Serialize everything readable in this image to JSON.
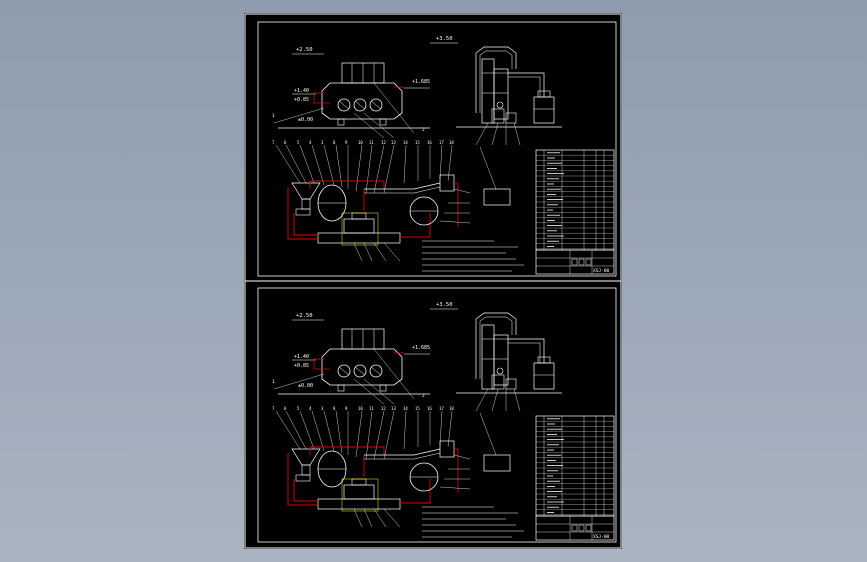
{
  "colors": {
    "background": "#9aa6b6",
    "paper": "#000000",
    "line": "#ffffff",
    "annotation": "#e00000",
    "highlight": "#ffff00",
    "dimension": "#00ff00"
  },
  "sheets": [
    {
      "elev_top_left": "+2.50",
      "elev_mid_a": "+1.40",
      "elev_mid_b": "+0.85",
      "elev_right": "+1.685",
      "elev_base": "±0.00",
      "elev_top_right": "+3.50",
      "title_block_code": "XSJ-00"
    },
    {
      "elev_top_left": "+2.50",
      "elev_mid_a": "+1.40",
      "elev_mid_b": "+0.85",
      "elev_right": "+1.685",
      "elev_base": "±0.00",
      "elev_top_right": "+3.50",
      "title_block_code": "XSJ-00"
    }
  ]
}
